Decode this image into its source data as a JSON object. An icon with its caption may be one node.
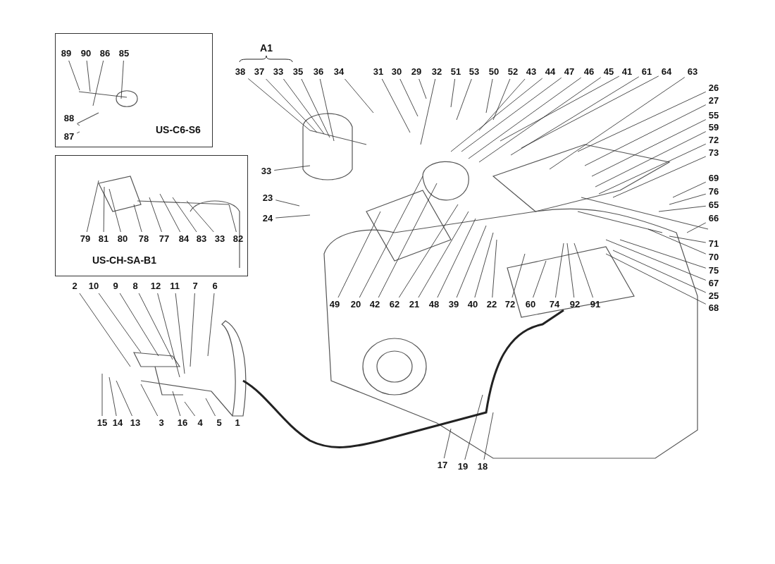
{
  "diagram": {
    "nodes": [
      {
        "text": [
          "US-C6-S6"
        ]
      },
      {
        "text": [
          "89"
        ],
        "in": 0
      },
      {
        "text": [
          "90"
        ],
        "in": 0
      },
      {
        "text": [
          "86"
        ],
        "in": 0
      },
      {
        "text": [
          "85"
        ],
        "in": 0
      },
      {
        "text": [
          "88"
        ],
        "in": 0
      },
      {
        "text": [
          "87"
        ],
        "in": 0
      },
      {
        "text": [
          "US-CH-SA-B1"
        ]
      },
      {
        "text": [
          "79"
        ],
        "in": 7
      },
      {
        "text": [
          "81"
        ],
        "in": 7
      },
      {
        "text": [
          "80"
        ],
        "in": 7
      },
      {
        "text": [
          "78"
        ],
        "in": 7
      },
      {
        "text": [
          "77"
        ],
        "in": 7
      },
      {
        "text": [
          "84"
        ],
        "in": 7
      },
      {
        "text": [
          "83"
        ],
        "in": 7
      },
      {
        "text": [
          "33"
        ],
        "in": 7
      },
      {
        "text": [
          "82"
        ],
        "in": 7
      },
      {
        "text": [
          "38"
        ]
      },
      {
        "text": [
          "37"
        ]
      },
      {
        "text": [
          "33"
        ]
      },
      {
        "text": [
          "35"
        ]
      },
      {
        "text": [
          "36"
        ]
      },
      {
        "text": [
          "34"
        ]
      },
      {
        "text": [
          "31"
        ]
      },
      {
        "text": [
          "30"
        ]
      },
      {
        "text": [
          "29"
        ]
      },
      {
        "text": [
          "32"
        ]
      },
      {
        "text": [
          "51"
        ]
      },
      {
        "text": [
          "53"
        ]
      },
      {
        "text": [
          "50"
        ]
      },
      {
        "text": [
          "52"
        ]
      },
      {
        "text": [
          "43"
        ]
      },
      {
        "text": [
          "44"
        ]
      },
      {
        "text": [
          "47"
        ]
      },
      {
        "text": [
          "46"
        ]
      },
      {
        "text": [
          "45"
        ]
      },
      {
        "text": [
          "41"
        ]
      },
      {
        "text": [
          "61"
        ]
      },
      {
        "text": [
          "64"
        ]
      },
      {
        "text": [
          "63"
        ]
      },
      {
        "text": [
          "26"
        ]
      },
      {
        "text": [
          "27"
        ]
      },
      {
        "text": [
          "55"
        ]
      },
      {
        "text": [
          "59"
        ]
      },
      {
        "text": [
          "72"
        ]
      },
      {
        "text": [
          "73"
        ]
      },
      {
        "text": [
          "69"
        ]
      },
      {
        "text": [
          "76"
        ]
      },
      {
        "text": [
          "65"
        ]
      },
      {
        "text": [
          "66"
        ]
      },
      {
        "text": [
          "71"
        ]
      },
      {
        "text": [
          "70"
        ]
      },
      {
        "text": [
          "75"
        ]
      },
      {
        "text": [
          "67"
        ]
      },
      {
        "text": [
          "25"
        ]
      },
      {
        "text": [
          "68"
        ]
      },
      {
        "text": [
          "33"
        ]
      },
      {
        "text": [
          "23"
        ]
      },
      {
        "text": [
          "24"
        ]
      },
      {
        "text": [
          "49"
        ]
      },
      {
        "text": [
          "20"
        ]
      },
      {
        "text": [
          "42"
        ]
      },
      {
        "text": [
          "62"
        ]
      },
      {
        "text": [
          "21"
        ]
      },
      {
        "text": [
          "48"
        ]
      },
      {
        "text": [
          "39"
        ]
      },
      {
        "text": [
          "40"
        ]
      },
      {
        "text": [
          "22"
        ]
      },
      {
        "text": [
          "72"
        ]
      },
      {
        "text": [
          "60"
        ]
      },
      {
        "text": [
          "74"
        ]
      },
      {
        "text": [
          "92"
        ]
      },
      {
        "text": [
          "91"
        ]
      },
      {
        "text": [
          "2"
        ]
      },
      {
        "text": [
          "10"
        ]
      },
      {
        "text": [
          "9"
        ]
      },
      {
        "text": [
          "8"
        ]
      },
      {
        "text": [
          "12"
        ]
      },
      {
        "text": [
          "11"
        ]
      },
      {
        "text": [
          "7"
        ]
      },
      {
        "text": [
          "6"
        ]
      },
      {
        "text": [
          "15"
        ]
      },
      {
        "text": [
          "14"
        ]
      },
      {
        "text": [
          "13"
        ]
      },
      {
        "text": [
          "3"
        ]
      },
      {
        "text": [
          "16"
        ]
      },
      {
        "text": [
          "4"
        ]
      },
      {
        "text": [
          "5"
        ]
      },
      {
        "text": [
          "1"
        ]
      },
      {
        "text": [
          "17"
        ]
      },
      {
        "text": [
          "19"
        ]
      },
      {
        "text": [
          "18"
        ]
      }
    ],
    "edges": [
      {
        "from": 1,
        "to": null,
        "arrow": "none"
      },
      {
        "from": 2,
        "to": null,
        "arrow": "none"
      },
      {
        "from": 3,
        "to": null,
        "arrow": "none"
      },
      {
        "from": 4,
        "to": null,
        "arrow": "none"
      },
      {
        "from": 5,
        "to": null,
        "arrow": "none"
      },
      {
        "from": 6,
        "to": null,
        "arrow": "none"
      },
      {
        "from": 8,
        "to": null,
        "arrow": "none"
      },
      {
        "from": 9,
        "to": null,
        "arrow": "none"
      },
      {
        "from": 10,
        "to": null,
        "arrow": "none"
      },
      {
        "from": 11,
        "to": null,
        "arrow": "none"
      },
      {
        "from": 12,
        "to": null,
        "arrow": "none"
      },
      {
        "from": 13,
        "to": null,
        "arrow": "none"
      },
      {
        "from": 14,
        "to": null,
        "arrow": "none"
      },
      {
        "from": 15,
        "to": null,
        "arrow": "none"
      },
      {
        "from": 16,
        "to": null,
        "arrow": "none"
      },
      {
        "from": 17,
        "to": null,
        "arrow": "none"
      },
      {
        "from": 18,
        "to": null,
        "arrow": "none"
      },
      {
        "from": 19,
        "to": null,
        "arrow": "none"
      },
      {
        "from": 20,
        "to": null,
        "arrow": "none"
      },
      {
        "from": 21,
        "to": null,
        "arrow": "none"
      },
      {
        "from": 22,
        "to": null,
        "arrow": "none"
      },
      {
        "from": 23,
        "to": null,
        "arrow": "none"
      },
      {
        "from": 24,
        "to": null,
        "arrow": "none"
      },
      {
        "from": 25,
        "to": null,
        "arrow": "none"
      },
      {
        "from": 26,
        "to": null,
        "arrow": "none"
      },
      {
        "from": 27,
        "to": null,
        "arrow": "none"
      },
      {
        "from": 28,
        "to": null,
        "arrow": "none"
      },
      {
        "from": 29,
        "to": null,
        "arrow": "none"
      },
      {
        "from": 30,
        "to": null,
        "arrow": "none"
      },
      {
        "from": 31,
        "to": null,
        "arrow": "none"
      },
      {
        "from": 32,
        "to": null,
        "arrow": "none"
      },
      {
        "from": 33,
        "to": null,
        "arrow": "none"
      },
      {
        "from": 34,
        "to": null,
        "arrow": "none"
      },
      {
        "from": 35,
        "to": null,
        "arrow": "none"
      },
      {
        "from": 36,
        "to": null,
        "arrow": "none"
      },
      {
        "from": 37,
        "to": null,
        "arrow": "none"
      },
      {
        "from": 38,
        "to": null,
        "arrow": "none"
      },
      {
        "from": 39,
        "to": null,
        "arrow": "none"
      },
      {
        "from": 40,
        "to": null,
        "arrow": "none"
      },
      {
        "from": 41,
        "to": null,
        "arrow": "none"
      },
      {
        "from": 42,
        "to": null,
        "arrow": "none"
      },
      {
        "from": 43,
        "to": null,
        "arrow": "none"
      },
      {
        "from": 44,
        "to": null,
        "arrow": "none"
      },
      {
        "from": 45,
        "to": null,
        "arrow": "none"
      },
      {
        "from": 46,
        "to": null,
        "arrow": "none"
      },
      {
        "from": 47,
        "to": null,
        "arrow": "none"
      },
      {
        "from": 48,
        "to": null,
        "arrow": "none"
      },
      {
        "from": 49,
        "to": null,
        "arrow": "none"
      },
      {
        "from": 50,
        "to": null,
        "arrow": "none"
      },
      {
        "from": 51,
        "to": null,
        "arrow": "none"
      },
      {
        "from": 52,
        "to": null,
        "arrow": "none"
      },
      {
        "from": 53,
        "to": null,
        "arrow": "none"
      },
      {
        "from": 54,
        "to": null,
        "arrow": "none"
      },
      {
        "from": 55,
        "to": null,
        "arrow": "none"
      },
      {
        "from": 56,
        "to": null,
        "arrow": "none"
      },
      {
        "from": 57,
        "to": null,
        "arrow": "none"
      },
      {
        "from": 58,
        "to": null,
        "arrow": "none"
      },
      {
        "from": 59,
        "to": null,
        "arrow": "none"
      },
      {
        "from": 60,
        "to": null,
        "arrow": "none"
      },
      {
        "from": 61,
        "to": null,
        "arrow": "none"
      },
      {
        "from": 62,
        "to": null,
        "arrow": "none"
      },
      {
        "from": 63,
        "to": null,
        "arrow": "none"
      },
      {
        "from": 64,
        "to": null,
        "arrow": "none"
      },
      {
        "from": 65,
        "to": null,
        "arrow": "none"
      },
      {
        "from": 66,
        "to": null,
        "arrow": "none"
      },
      {
        "from": 67,
        "to": null,
        "arrow": "none"
      },
      {
        "from": 68,
        "to": null,
        "arrow": "none"
      },
      {
        "from": 69,
        "to": null,
        "arrow": "none"
      },
      {
        "from": 70,
        "to": null,
        "arrow": "none"
      },
      {
        "from": 71,
        "to": null,
        "arrow": "none"
      },
      {
        "from": 72,
        "to": null,
        "arrow": "none"
      },
      {
        "from": 73,
        "to": null,
        "arrow": "none"
      },
      {
        "from": 74,
        "to": null,
        "arrow": "none"
      },
      {
        "from": 75,
        "to": null,
        "arrow": "none"
      },
      {
        "from": 76,
        "to": null,
        "arrow": "none"
      },
      {
        "from": 77,
        "to": null,
        "arrow": "none"
      },
      {
        "from": 78,
        "to": null,
        "arrow": "none"
      },
      {
        "from": 79,
        "to": null,
        "arrow": "none"
      },
      {
        "from": 80,
        "to": null,
        "arrow": "none"
      },
      {
        "from": 81,
        "to": null,
        "arrow": "none"
      },
      {
        "from": 82,
        "to": null,
        "arrow": "none"
      },
      {
        "from": 83,
        "to": null,
        "arrow": "none"
      },
      {
        "from": 84,
        "to": null,
        "arrow": "none"
      },
      {
        "from": 85,
        "to": null,
        "arrow": "none"
      },
      {
        "from": 86,
        "to": null,
        "arrow": "none"
      },
      {
        "from": 87,
        "to": null,
        "arrow": "none"
      },
      {
        "from": 88,
        "to": null,
        "arrow": "none"
      },
      {
        "from": 89,
        "to": null,
        "arrow": "none"
      },
      {
        "from": 90,
        "to": null,
        "arrow": "none"
      },
      {
        "from": 91,
        "to": null,
        "arrow": "none"
      }
    ],
    "labels": [
      "A1"
    ]
  }
}
